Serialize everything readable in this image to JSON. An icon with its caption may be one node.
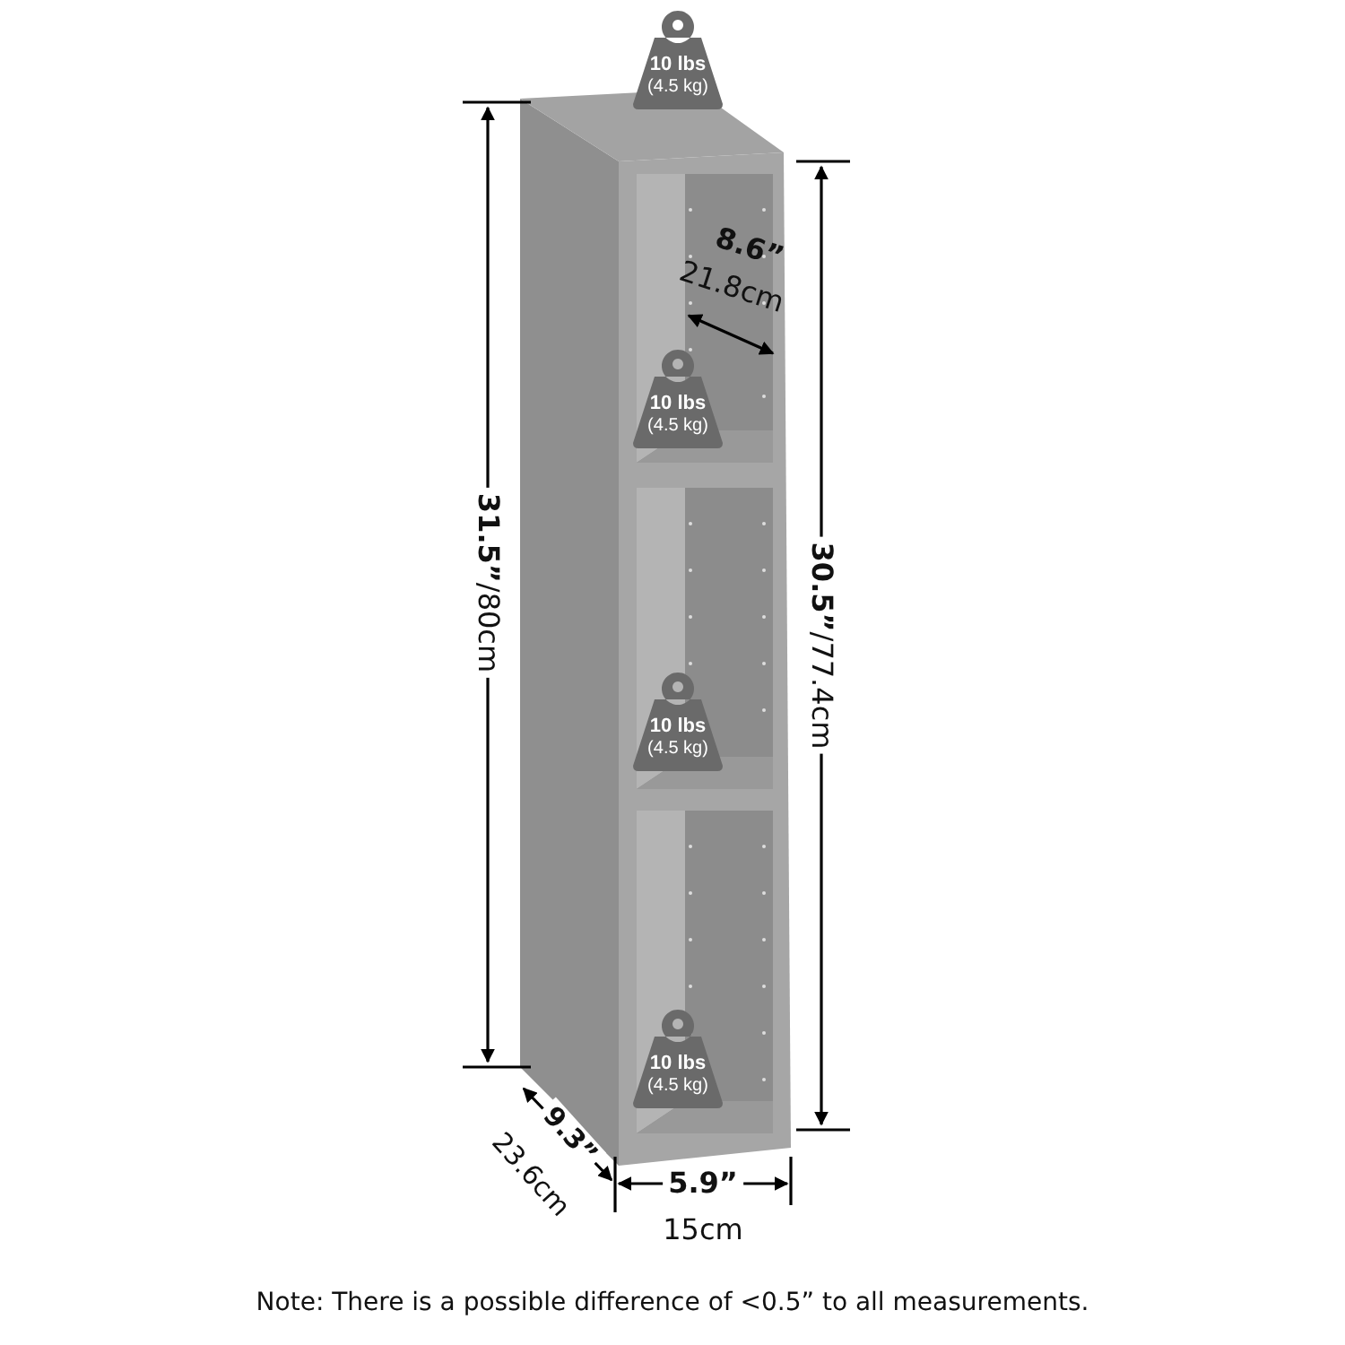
{
  "diagram": {
    "nodes": [
      {
        "text": [
          "10 lbs",
          "(4.5 kg)"
        ]
      },
      {
        "text": [
          "10 lbs",
          "(4.5 kg)"
        ]
      },
      {
        "text": [
          "10 lbs",
          "(4.5 kg)"
        ]
      },
      {
        "text": [
          "10 lbs",
          "(4.5 kg)"
        ]
      }
    ],
    "labels": [
      "**31.5”**/80cm",
      "**30.5”**/77.4cm",
      "8.6”",
      "21.8cm",
      "9.3”",
      "23.6cm",
      "5.9”",
      "15cm",
      "Note: There is a possible difference of <0.5” to all measurements."
    ]
  }
}
